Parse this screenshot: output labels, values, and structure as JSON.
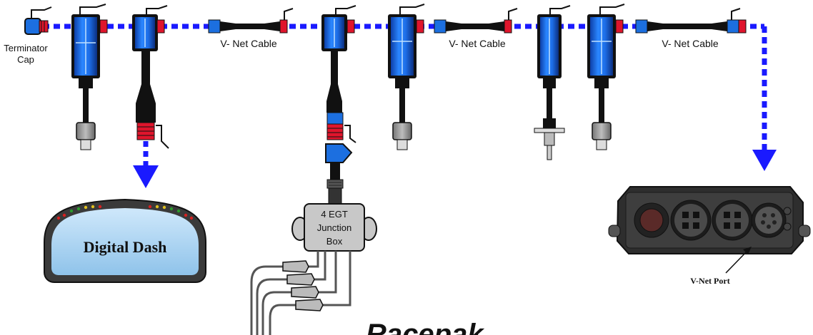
{
  "labels": {
    "terminator_line1": "Terminator",
    "terminator_line2": "Cap",
    "cable1": "V- Net Cable",
    "cable2": "V- Net Cable",
    "cable3": "V- Net Cable",
    "junction_line1": "4 EGT",
    "junction_line2": "Junction",
    "junction_line3": "Box",
    "dash": "Digital Dash",
    "port": "V-Net Port",
    "logo": "Racepak"
  },
  "colors": {
    "bus": "#1a1aff",
    "module": "#1c6fe0",
    "connector_red": "#e0152c",
    "cable": "#111111",
    "dash_screen": "#a8d4f0",
    "junction_box": "#c8c8c8"
  },
  "icons": {
    "dash_leds": "led-dots",
    "sensor_plug": "sensor-plug-icon"
  }
}
